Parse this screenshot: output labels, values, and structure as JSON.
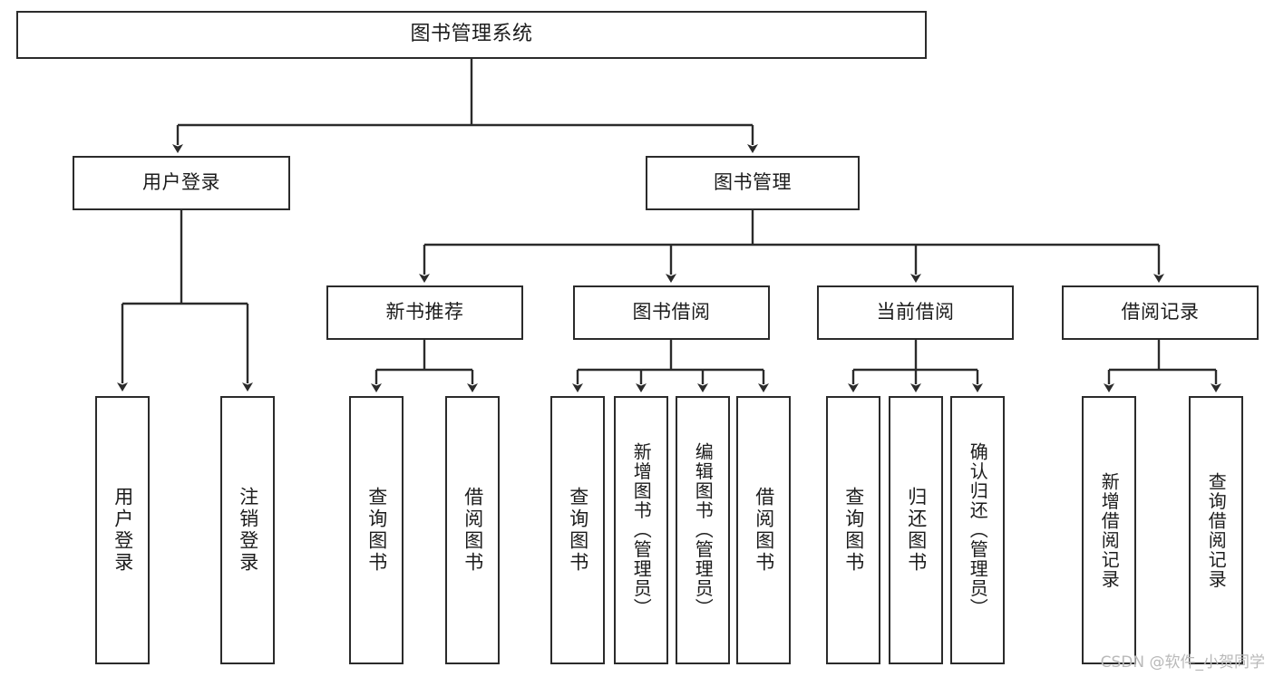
{
  "diagram": {
    "title": "图书管理系统",
    "type": "tree-hierarchy-chart",
    "watermark": "CSDN @软件_小贺同学",
    "colors": {
      "border": "#2b2b2b",
      "background": "#ffffff",
      "text": "#1c1c1c",
      "watermark": "#b9b9b9"
    },
    "nodes": {
      "root": "图书管理系统",
      "level2": {
        "user_login": "用户登录",
        "book_manage": "图书管理"
      },
      "level3": {
        "new_book_rec": "新书推荐",
        "book_borrow": "图书借阅",
        "current_borrow": "当前借阅",
        "borrow_record": "借阅记录"
      },
      "leaves": {
        "user_login_1": "用户登录",
        "user_login_2": "注销登录",
        "new_book_rec_1": "查询图书",
        "new_book_rec_2": "借阅图书",
        "book_borrow_1": "查询图书",
        "book_borrow_2": "新增图书（管理员）",
        "book_borrow_3": "编辑图书（管理员）",
        "book_borrow_4": "借阅图书",
        "current_borrow_1": "查询图书",
        "current_borrow_2": "归还图书",
        "current_borrow_3": "确认归还（管理员）",
        "borrow_record_1": "新增借阅记录",
        "borrow_record_2": "查询借阅记录"
      }
    }
  }
}
